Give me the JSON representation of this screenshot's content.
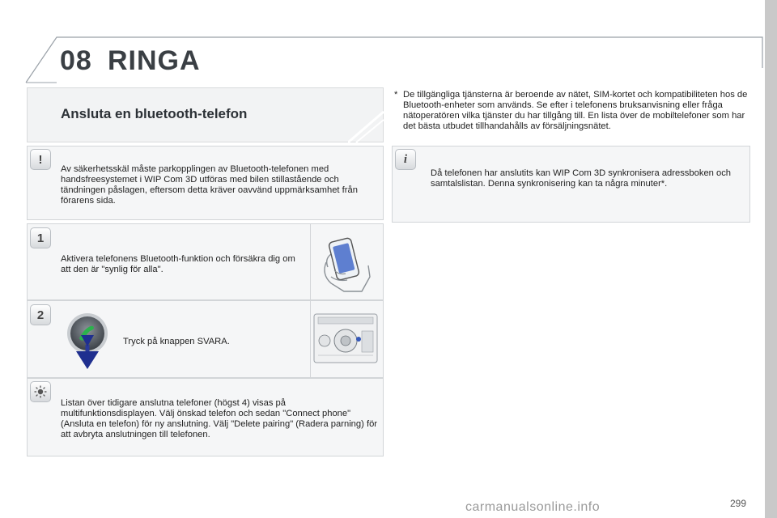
{
  "header": {
    "chapter_number": "08",
    "chapter_title": "RINGA"
  },
  "section": {
    "title": "Ansluta en bluetooth-telefon"
  },
  "footnote": {
    "marker": "*",
    "text": "De tillgängliga tjänsterna är beroende av nätet, SIM-kortet och kompatibiliteten hos de Bluetooth-enheter som används. Se efter i telefonens bruksanvisning eller fråga nätoperatören vilka tjänster du har tillgång till. En lista över de mobiltelefoner som har det bästa utbudet tillhandahålls av försäljningsnätet."
  },
  "warning_box": {
    "icon": "exclamation-icon",
    "text": "Av säkerhetsskäl måste parkopplingen av Bluetooth-telefonen med handsfreesystemet i WIP Com 3D utföras med bilen stillastående och tändningen påslagen, eftersom detta kräver oavvänd uppmärksamhet från förarens sida."
  },
  "info_box": {
    "icon": "info-icon",
    "text": "Då telefonen har anslutits kan WIP Com 3D synkronisera adressboken och samtalslistan. Denna synkronisering kan ta några minuter*."
  },
  "steps": [
    {
      "number": "1",
      "text": "Aktivera telefonens Bluetooth-funktion och försäkra dig om att den är \"synlig för alla\".",
      "image": "hand-phone-illustration"
    },
    {
      "number": "2",
      "text": "Tryck på knappen SVARA.",
      "image": "radio-panel-illustration"
    }
  ],
  "tip_box": {
    "icon": "sun-icon",
    "text": "Listan över tidigare anslutna telefoner (högst 4) visas på multifunktionsdisplayen. Välj önskad telefon och sedan \"Connect phone\" (Ansluta en telefon) för ny anslutning. Välj \"Delete pairing\" (Radera parning) för att avbryta anslutningen till telefonen."
  },
  "page_number": "299",
  "watermark": "carmanualsonline.info"
}
